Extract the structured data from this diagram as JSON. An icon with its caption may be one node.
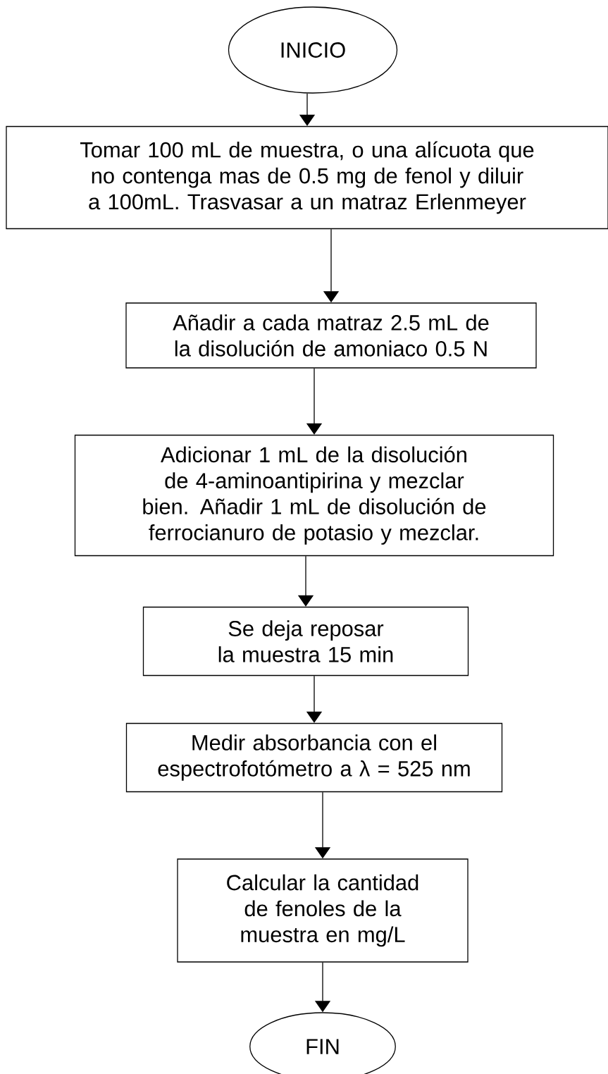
{
  "diagram": {
    "nodes": [
      {
        "text": [
          "INICIO"
        ]
      },
      {
        "text": [
          "Tomar 100 mL de muestra, o una alícuota que no contenga mas de 0.5 mg de fenol y diluir a 100mL. Trasvasar a un matraz Erlenmeyer"
        ]
      },
      {
        "text": [
          "Añadir a cada matraz 2.5 mL de la disolución de amoniaco 0.5 N"
        ]
      },
      {
        "text": [
          "Adicionar 1 mL de la disolución de 4-aminoantipirina y mezclar bien. Añadir 1 mL de disolución de ferrocianuro de potasio y mezclar."
        ]
      },
      {
        "text": [
          "Se deja reposar la muestra 15 min"
        ]
      },
      {
        "text": [
          "Medir absorbancia con el espectrofotómetro a λ = 525 nm"
        ]
      },
      {
        "text": [
          "Calcular la cantidad de fenoles de la muestra en mg/L"
        ]
      },
      {
        "text": [
          "FIN"
        ]
      }
    ],
    "edges": [
      {
        "from": 0,
        "to": 1,
        "arrow": "to"
      },
      {
        "from": 1,
        "to": 2,
        "arrow": "to"
      },
      {
        "from": 2,
        "to": 3,
        "arrow": "to"
      },
      {
        "from": 3,
        "to": 4,
        "arrow": "to"
      },
      {
        "from": 4,
        "to": 5,
        "arrow": "to"
      },
      {
        "from": 5,
        "to": 6,
        "arrow": "to"
      },
      {
        "from": 6,
        "to": 7,
        "arrow": "to"
      }
    ]
  }
}
